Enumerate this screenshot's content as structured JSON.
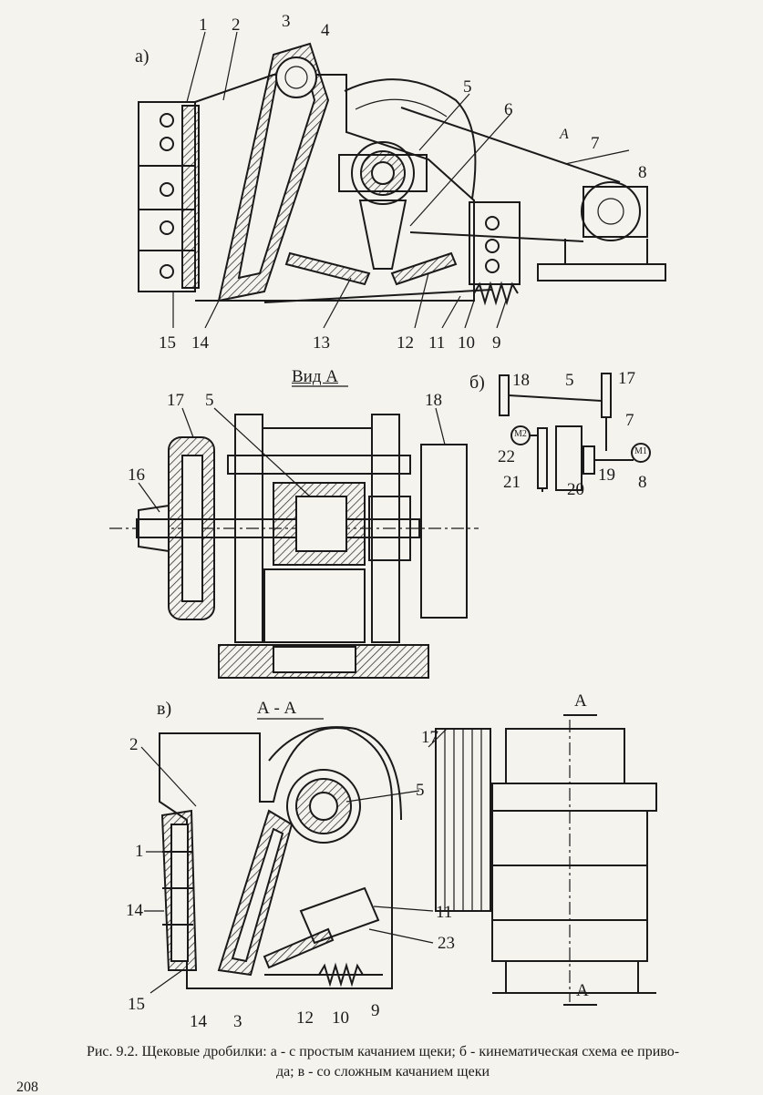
{
  "sections": {
    "a": "а)",
    "b": "б)",
    "v": "в)"
  },
  "view_headers": {
    "vid_a": "Вид А",
    "aa": "А - А",
    "arrow_a": "А"
  },
  "fig_a_labels": {
    "l1": "1",
    "l2": "2",
    "l3": "3",
    "l4": "4",
    "l5": "5",
    "l6": "6",
    "l7": "7",
    "l8": "8",
    "l9": "9",
    "l10": "10",
    "l11": "11",
    "l12": "12",
    "l13": "13",
    "l14": "14",
    "l15": "15",
    "arrow": "А"
  },
  "vid_a_labels": {
    "l17": "17",
    "l5": "5",
    "l18": "18",
    "l16": "16"
  },
  "fig_b_labels": {
    "l18": "18",
    "l5": "5",
    "l17": "17",
    "l7": "7",
    "l22": "22",
    "l21": "21",
    "l20": "20",
    "l19": "19",
    "l8": "8",
    "m1": "М1",
    "m2": "М2"
  },
  "fig_v_labels": {
    "l17": "17",
    "l2": "2",
    "l5": "5",
    "l1": "1",
    "l14a": "14",
    "l11": "11",
    "l23": "23",
    "l15": "15",
    "l14b": "14",
    "l3": "3",
    "l12": "12",
    "l10": "10",
    "l9": "9",
    "a_top": "А",
    "a_bottom": "А"
  },
  "caption": {
    "line1": "Рис. 9.2. Щековые дробилки: а - с простым качанием щеки; б - кинематическая схема ее приво-",
    "line2": "да; в - со сложным качанием щеки"
  },
  "page_number": "208"
}
